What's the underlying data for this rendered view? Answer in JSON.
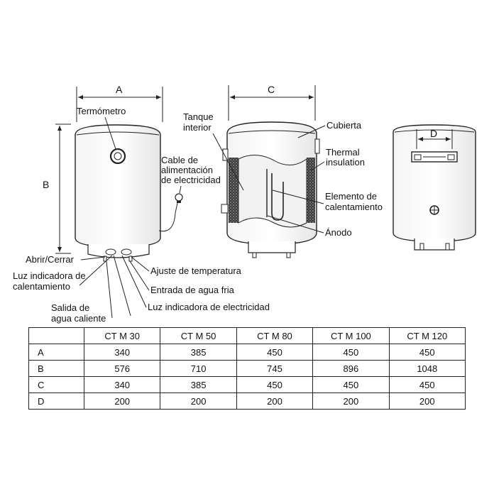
{
  "dimensions": {
    "a": "A",
    "b": "B",
    "c": "C",
    "d": "D"
  },
  "labels": {
    "termometro": "Termómetro",
    "cable": [
      "Cable de",
      "alimentación",
      "de electricidad"
    ],
    "tanque": [
      "Tanque",
      "interior"
    ],
    "cubierta": "Cubierta",
    "thermal": [
      "Thermal",
      "insulation"
    ],
    "elemento": [
      "Elemento de",
      "calentamiento"
    ],
    "anodo": "Ánodo",
    "abrir": "Abrir/Cerrar",
    "luz_calent": [
      "Luz indicadora de",
      "calentamiento"
    ],
    "ajuste": "Ajuste de temperatura",
    "entrada": "Entrada de agua fria",
    "salida": [
      "Salida de",
      "agua caliente"
    ],
    "luz_elec": "Luz indicadora de electricidad"
  },
  "table": {
    "header": [
      "",
      "CT M 30",
      "CT M 50",
      "CT M 80",
      "CT M 100",
      "CT M 120"
    ],
    "rows": [
      [
        "A",
        "340",
        "385",
        "450",
        "450",
        "450"
      ],
      [
        "B",
        "576",
        "710",
        "745",
        "896",
        "1048"
      ],
      [
        "C",
        "340",
        "385",
        "450",
        "450",
        "450"
      ],
      [
        "D",
        "200",
        "200",
        "200",
        "200",
        "200"
      ]
    ]
  }
}
